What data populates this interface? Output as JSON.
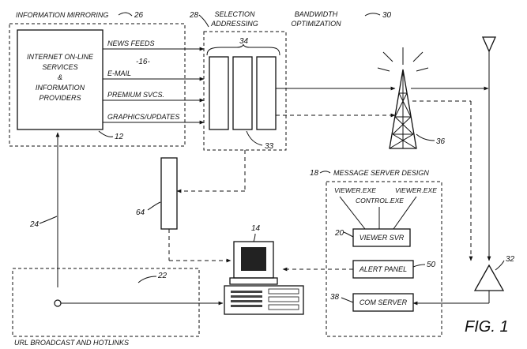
{
  "blocks": {
    "info_mirroring": "INFORMATION MIRRORING",
    "info_mirroring_num": "26",
    "providers_line1": "INTERNET ON-LINE",
    "providers_line2": "SERVICES",
    "providers_line3": "&",
    "providers_line4": "INFORMATION",
    "providers_line5": "PROVIDERS",
    "providers_num": "12",
    "feed_num": "-16-",
    "selection_line1": "SELECTION",
    "selection_line2": "ADDRESSING",
    "selection_num": "28",
    "servers_num": "34",
    "servers_bottom_num": "33",
    "bandwidth_line1": "BANDWIDTH",
    "bandwidth_line2": "OPTIMIZATION",
    "bandwidth_num": "30",
    "tower_num": "36",
    "pager_num": "64",
    "link_num": "24",
    "url_label": "URL BROADCAST AND HOTLINKS",
    "url_num": "22",
    "computer_num": "14",
    "msg_server_design": "MESSAGE SERVER DESIGN",
    "msg_server_num": "18",
    "viewer_exe_left": "VIEWER.EXE",
    "control_exe": "CONTROL.EXE",
    "viewer_exe_right": "VIEWER.EXE",
    "viewer_svr": "VIEWER SVR",
    "viewer_svr_num": "20",
    "alert_panel": "ALERT PANEL",
    "alert_panel_num": "50",
    "com_server": "COM SERVER",
    "com_server_num": "38",
    "receiver_num": "32",
    "fig_label": "FIG.  1"
  },
  "feeds": [
    "NEWS FEEDS",
    "E-MAIL",
    "PREMIUM SVCS.",
    "GRAPHICS/UPDATES"
  ]
}
